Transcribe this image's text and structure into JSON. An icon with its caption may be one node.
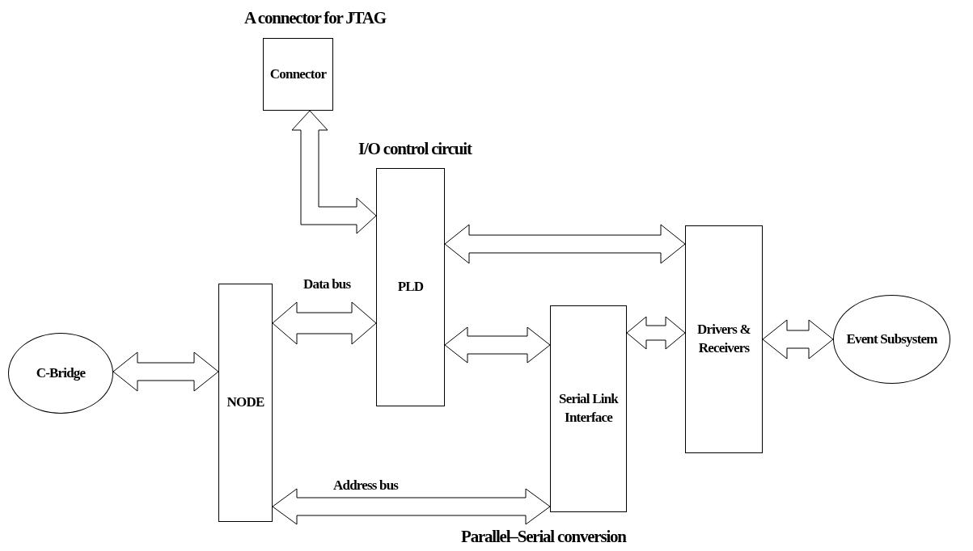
{
  "diagram": {
    "nodes": [
      {
        "text": [
          "Connector"
        ],
        "beside": [
          "A connector for JTAG"
        ]
      },
      {
        "text": [
          "PLD"
        ],
        "beside": [
          "I/O control circuit"
        ]
      },
      {
        "text": [
          "NODE"
        ]
      },
      {
        "text": [
          "C-Bridge"
        ]
      },
      {
        "text": [
          "Serial Link Interface"
        ],
        "beside": [
          "Parallel–Serial conversion"
        ]
      },
      {
        "text": [
          "Drivers & Receivers"
        ]
      },
      {
        "text": [
          "Event Subsystem"
        ]
      }
    ],
    "edges": [
      {
        "from": 0,
        "to": 1,
        "arrow": "both"
      },
      {
        "from": 1,
        "to": 5,
        "arrow": "both"
      },
      {
        "from": 2,
        "to": 1,
        "arrow": "both",
        "label": "Data bus"
      },
      {
        "from": 1,
        "to": 4,
        "arrow": "both"
      },
      {
        "from": 4,
        "to": 5,
        "arrow": "both"
      },
      {
        "from": 5,
        "to": 6,
        "arrow": "both"
      },
      {
        "from": 3,
        "to": 2,
        "arrow": "both"
      },
      {
        "from": 2,
        "to": 4,
        "arrow": "both",
        "label": "Address bus"
      }
    ]
  }
}
